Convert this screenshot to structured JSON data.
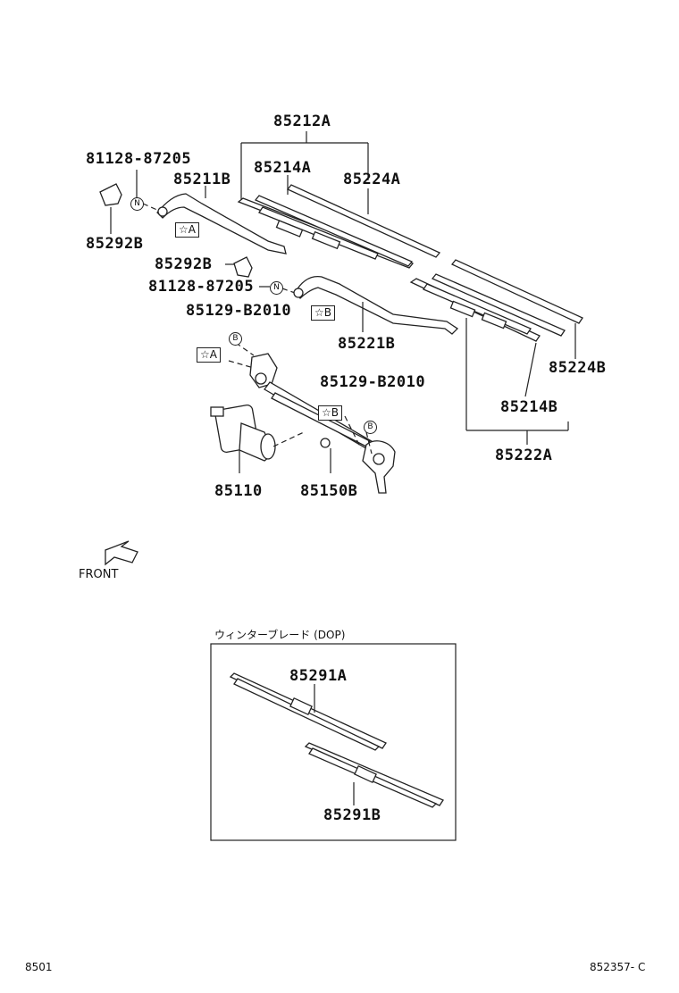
{
  "labels": {
    "p85212A": "85212A",
    "p81128_1": "81128-87205",
    "p85214A": "85214A",
    "p85224A": "85224A",
    "p85211B": "85211B",
    "p85292B_1": "85292B",
    "p85292B_2": "85292B",
    "p81128_2": "81128-87205",
    "p85129_1": "85129-B2010",
    "p85221B": "85221B",
    "p85224B": "85224B",
    "p85129_2": "85129-B2010",
    "p85214B": "85214B",
    "p85110": "85110",
    "p85150B": "85150B",
    "p85222A": "85222A",
    "p85291A": "85291A",
    "p85291B": "85291B"
  },
  "markers": {
    "starA": "☆A",
    "starB": "☆B",
    "N": "N",
    "B": "B"
  },
  "front_label": "FRONT",
  "inset_title": "ウィンターブレード (DOP)",
  "footer": {
    "left": "8501",
    "right": "852357- C"
  }
}
